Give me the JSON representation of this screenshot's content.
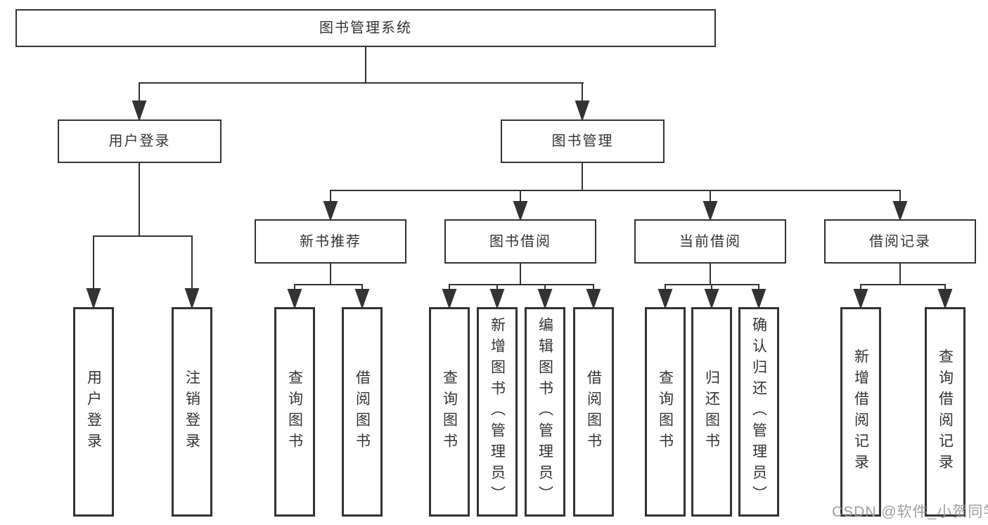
{
  "tree": {
    "root": {
      "label": "图书管理系统"
    },
    "level1": {
      "user_login": {
        "label": "用户登录"
      },
      "book_management": {
        "label": "图书管理"
      }
    },
    "level2": {
      "new_books": {
        "label": "新书推荐"
      },
      "borrowing": {
        "label": "图书借阅"
      },
      "current": {
        "label": "当前借阅"
      },
      "records": {
        "label": "借阅记录"
      }
    },
    "leaves": {
      "user_login": [
        "用户登录",
        "注销登录"
      ],
      "new_books": [
        "查询图书",
        "借阅图书"
      ],
      "borrowing": [
        "查询图书",
        "新增图书（管理员）",
        "编辑图书（管理员）",
        "借阅图书"
      ],
      "current": [
        "查询图书",
        "归还图书",
        "确认归还（管理员）"
      ],
      "records": [
        "新增借阅记录",
        "查询借阅记录"
      ]
    }
  },
  "colors": {
    "line": "#333333",
    "text": "#333333",
    "background": "#ffffff",
    "watermark": "#969696"
  },
  "watermark": {
    "text": "CSDN @软件_小贺同学"
  }
}
